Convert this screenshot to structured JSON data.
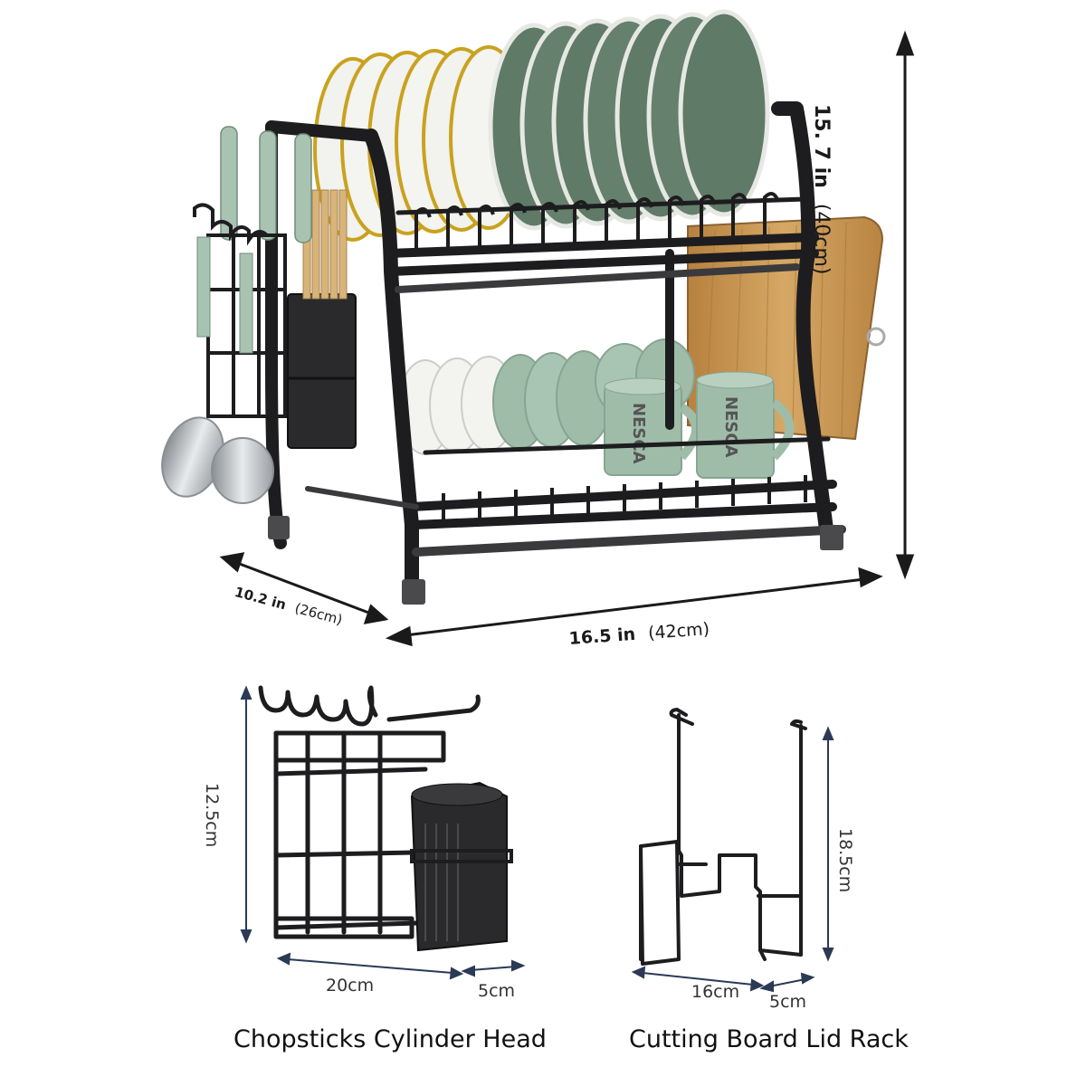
{
  "main_rack": {
    "height_in": "15. 7 in",
    "height_cm": "(40cm)",
    "depth_in": "10.2 in",
    "depth_cm": "(26cm)",
    "width_in": "16.5 in",
    "width_cm": "(42cm)",
    "mug_text": "NESCA"
  },
  "chopsticks_holder": {
    "height": "12.5cm",
    "width": "20cm",
    "depth": "5cm",
    "caption": "Chopsticks Cylinder Head"
  },
  "board_rack": {
    "height": "18.5cm",
    "width": "16cm",
    "depth": "5cm",
    "caption": "Cutting Board Lid Rack"
  },
  "colors": {
    "frame": "#1d1d1f",
    "plate_white": "#f2f2ee",
    "plate_green": "#5f7a66",
    "bowl_green": "#9fbca9",
    "wood": "#c99a5a",
    "arrow": "#1a1a1a",
    "dim_line": "#2b3a55"
  }
}
